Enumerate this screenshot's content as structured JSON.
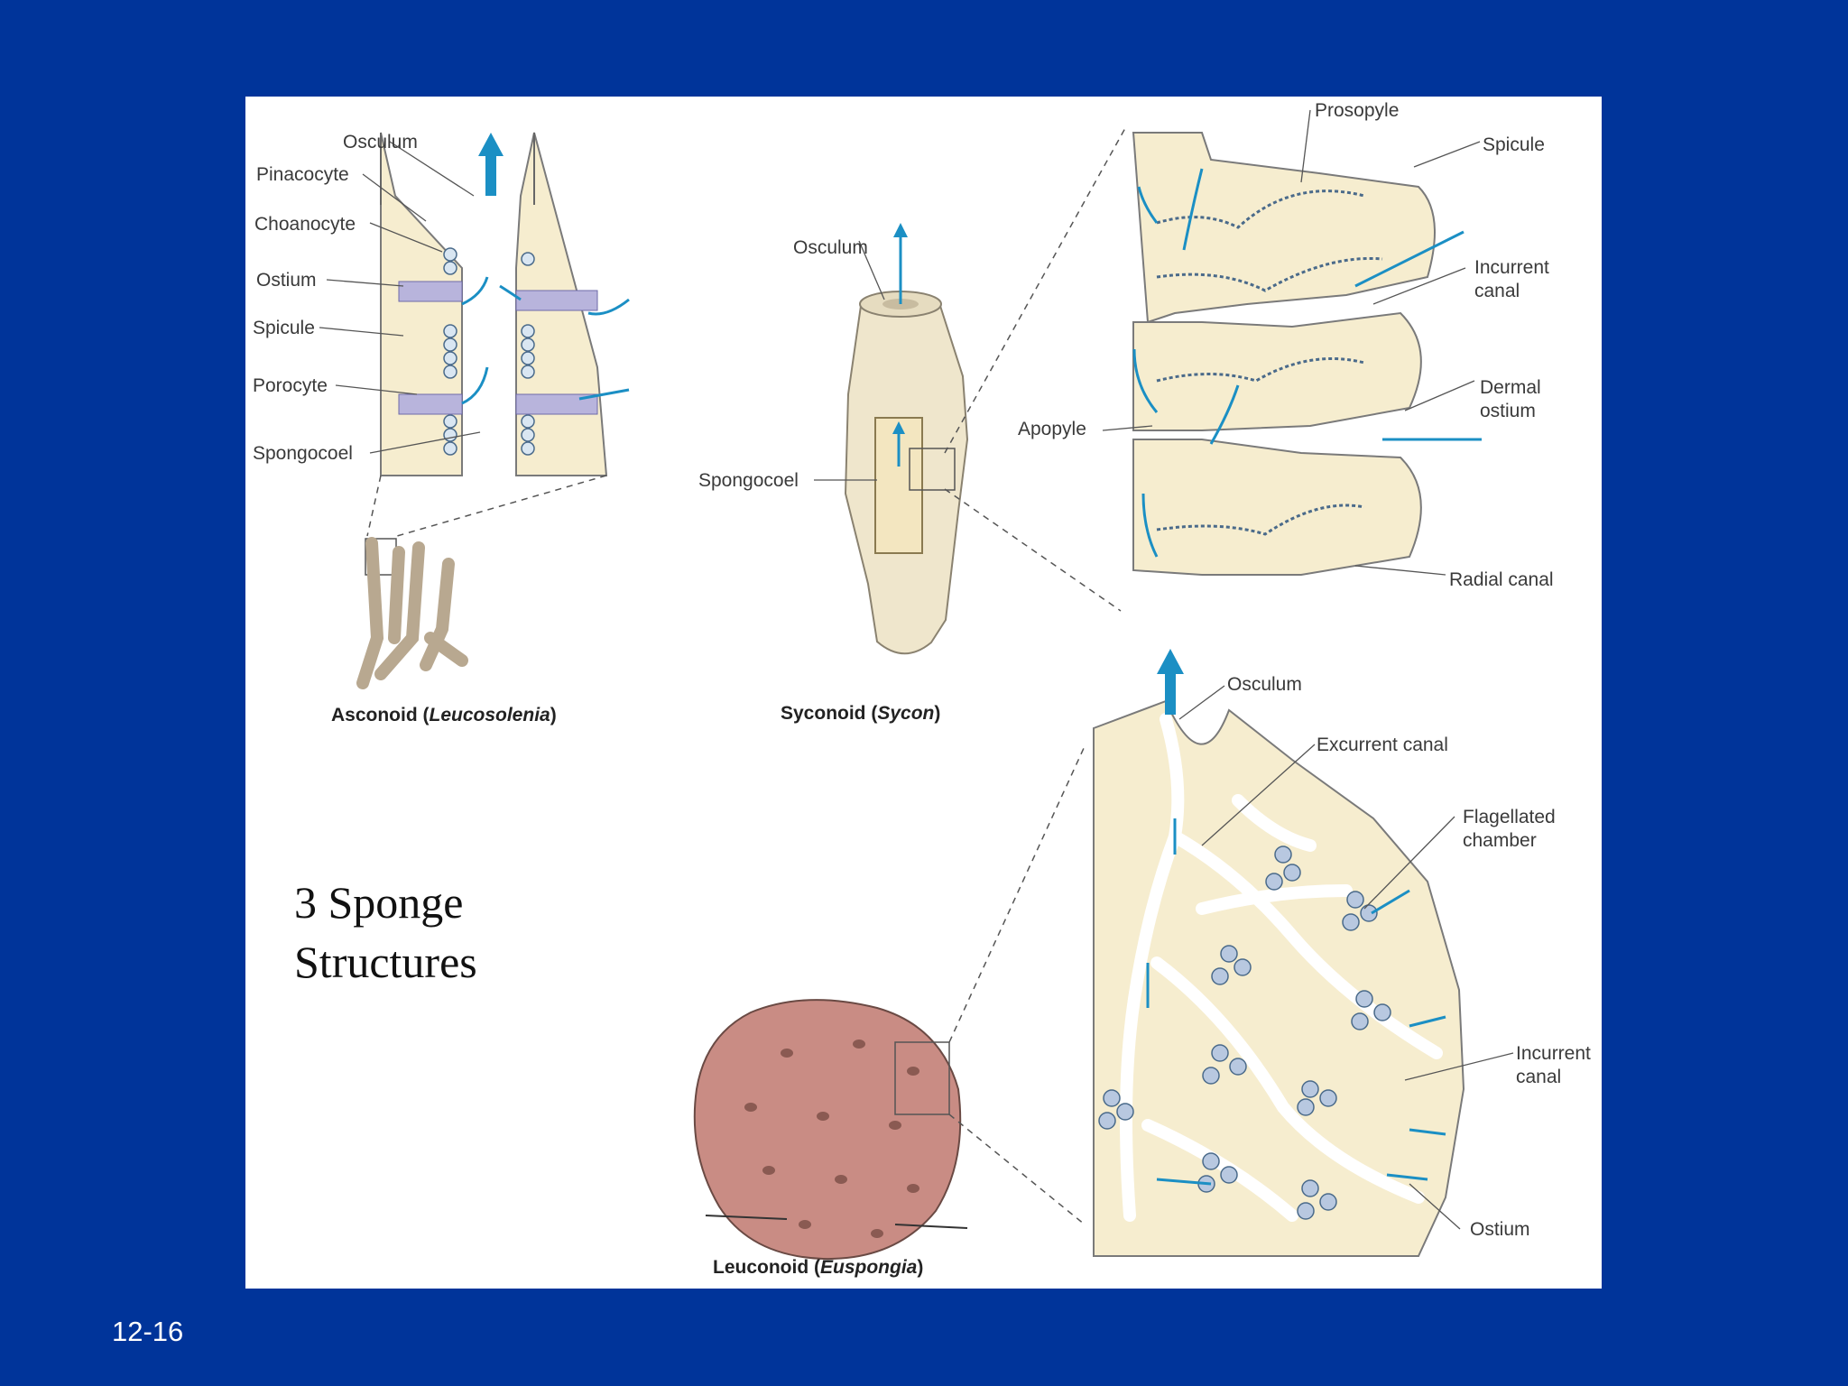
{
  "slide": {
    "title_line1": "3 Sponge",
    "title_line2": "Structures",
    "number": "12-16"
  },
  "asconoid": {
    "labels": {
      "osculum": "Osculum",
      "pinacocyte": "Pinacocyte",
      "choanocyte": "Choanocyte",
      "ostium": "Ostium",
      "spicule": "Spicule",
      "porocyte": "Porocyte",
      "spongocoel": "Spongocoel"
    },
    "caption_pre": "Asconoid (",
    "caption_genus": "Leucosolenia",
    "caption_post": ")"
  },
  "syconoid": {
    "labels": {
      "osculum": "Osculum",
      "spongocoel": "Spongocoel"
    },
    "caption_pre": "Syconoid (",
    "caption_genus": "Sycon",
    "caption_post": ")"
  },
  "sycon_detail": {
    "labels": {
      "prosopyle": "Prosopyle",
      "spicule": "Spicule",
      "incurrent_canal_1": "Incurrent",
      "incurrent_canal_2": "canal",
      "dermal_ostium_1": "Dermal",
      "dermal_ostium_2": "ostium",
      "apopyle": "Apopyle",
      "radial_canal": "Radial canal"
    }
  },
  "leuconoid_detail": {
    "labels": {
      "osculum": "Osculum",
      "excurrent_canal": "Excurrent canal",
      "flagellated_chamber_1": "Flagellated",
      "flagellated_chamber_2": "chamber",
      "incurrent_canal_1": "Incurrent",
      "incurrent_canal_2": "canal",
      "ostium": "Ostium"
    }
  },
  "leuconoid": {
    "caption_pre": "Leuconoid (",
    "caption_genus": "Euspongia",
    "caption_post": ")"
  },
  "colors": {
    "background": "#00349a",
    "panel": "#ffffff",
    "flow_arrow": "#1b8fc4",
    "tissue": "#f6edcf",
    "leuconoid_body": "#c98c84"
  }
}
